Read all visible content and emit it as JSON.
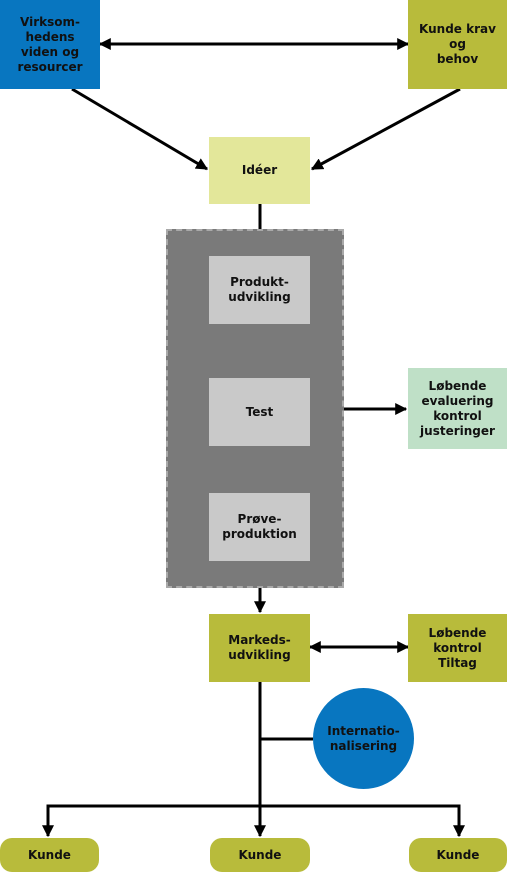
{
  "nodes": {
    "resources": {
      "label": "Virksom-\nhedens\nviden og\nresourcer",
      "color": "#0876c0"
    },
    "customer_needs": {
      "label": "Kunde krav\nog\nbehov",
      "color": "#b8bb3b"
    },
    "ideas": {
      "label": "Idéer",
      "color": "#e3e79a"
    },
    "product_dev": {
      "label": "Produkt-\nudvikling",
      "color": "#c9c9c9"
    },
    "test": {
      "label": "Test",
      "color": "#c9c9c9"
    },
    "trial_production": {
      "label": "Prøve-\nproduktion",
      "color": "#c9c9c9"
    },
    "evaluation": {
      "label": "Løbende\nevaluering\nkontrol\njusteringer",
      "color": "#bfe0c7"
    },
    "market_dev": {
      "label": "Markeds-\nudvikling",
      "color": "#b8bb3b"
    },
    "control": {
      "label": "Løbende\nkontrol\nTiltag",
      "color": "#b8bb3b"
    },
    "internationalisation": {
      "label": "Internatio-\nnalisering",
      "color": "#0876c0"
    },
    "customers": [
      "Kunde",
      "Kunde",
      "Kunde"
    ]
  },
  "edges": [
    {
      "from": "resources",
      "to": "customer_needs",
      "bidirectional": true
    },
    {
      "from": "resources",
      "to": "ideas"
    },
    {
      "from": "customer_needs",
      "to": "ideas"
    },
    {
      "from": "ideas",
      "to": "product_dev"
    },
    {
      "from": "product_dev",
      "to": "test"
    },
    {
      "from": "test",
      "to": "trial_production"
    },
    {
      "from": "test",
      "to": "evaluation"
    },
    {
      "from": "trial_production",
      "to": "market_dev"
    },
    {
      "from": "market_dev",
      "to": "control",
      "bidirectional": true
    },
    {
      "from": "market_dev",
      "to": "customers",
      "branches": 3
    },
    {
      "from": "internationalisation",
      "to": "market_dev",
      "line_only": true
    }
  ]
}
